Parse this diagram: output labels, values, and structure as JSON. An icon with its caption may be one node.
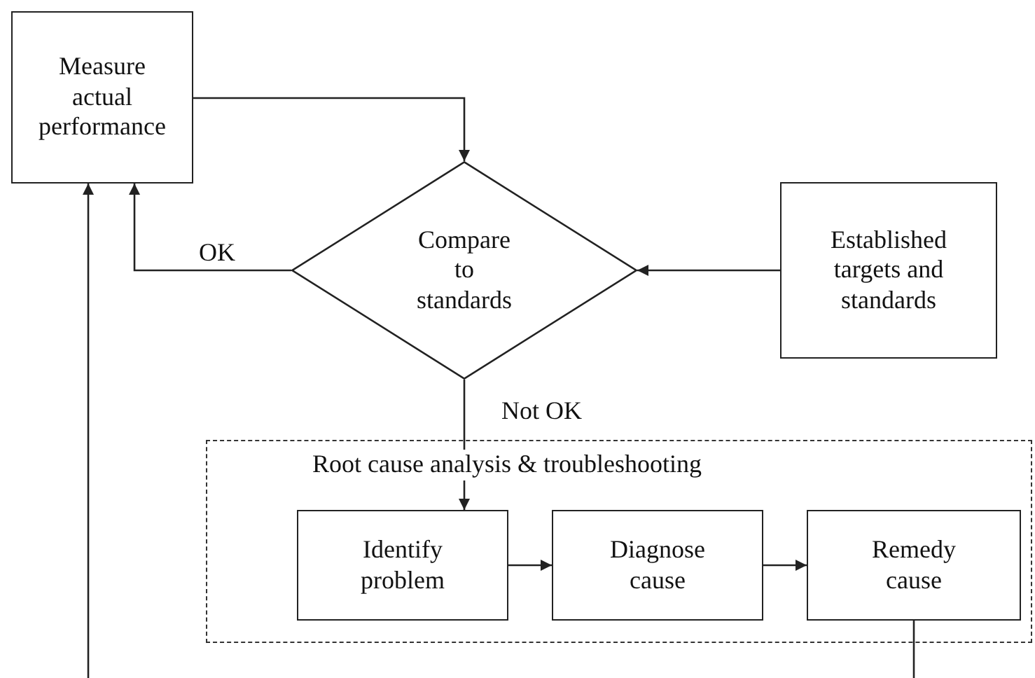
{
  "diagram": {
    "nodes": [
      {
        "text": [
          "Measure actual performance"
        ]
      },
      {
        "text": [
          "Compare to standards"
        ]
      },
      {
        "text": [
          "Established targets and standards"
        ]
      },
      {
        "text": [
          "Root cause analysis & troubleshooting"
        ]
      },
      {
        "text": [
          "Identify problem"
        ],
        "in": 3
      },
      {
        "text": [
          "Diagnose cause"
        ],
        "in": 3
      },
      {
        "text": [
          "Remedy cause"
        ],
        "in": 3
      }
    ],
    "edges": [
      {
        "from": 0,
        "to": 1,
        "arrow": "to"
      },
      {
        "from": 1,
        "to": 0,
        "arrow": "to",
        "label": "OK"
      },
      {
        "from": 2,
        "to": 1,
        "arrow": "to"
      },
      {
        "from": 1,
        "to": 4,
        "arrow": "to",
        "label": "Not OK"
      },
      {
        "from": 4,
        "to": 5,
        "arrow": "to"
      },
      {
        "from": 5,
        "to": 6,
        "arrow": "to"
      },
      {
        "from": 6,
        "to": null,
        "arrow": "none"
      },
      {
        "from": null,
        "to": 0,
        "arrow": "to"
      }
    ]
  }
}
